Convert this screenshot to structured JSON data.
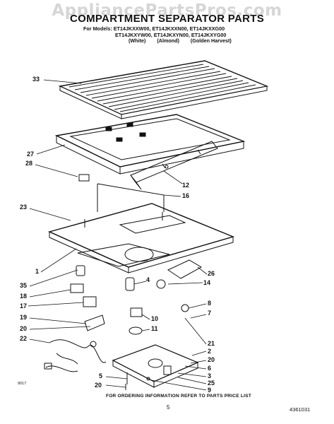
{
  "watermark": "AppliancePartsPros.com",
  "title": "COMPARTMENT SEPARATOR PARTS",
  "models": {
    "line1": "For Models: ET14JKXXW00, ET14JKXXN00, ET14JKXXG00",
    "line2": "ET14JKXYW00, ET14JKXYN00, ET14JKXYG00",
    "color_white": "(White)",
    "color_almond": "(Almond)",
    "color_golden": "(Golden Harvest)"
  },
  "callouts": {
    "c33": "33",
    "c27": "27",
    "c28": "28",
    "c12": "12",
    "c16": "16",
    "c23": "23",
    "c1": "1",
    "c26": "26",
    "c35": "35",
    "c4": "4",
    "c14": "14",
    "c18": "18",
    "c8": "8",
    "c17": "17",
    "c7": "7",
    "c10": "10",
    "c19": "19",
    "c11": "11",
    "c20a": "20",
    "c21": "21",
    "c22": "22",
    "c2": "2",
    "c20b": "20",
    "c6": "6",
    "c3": "3",
    "c5": "5",
    "c25": "25",
    "c20c": "20",
    "c9": "9"
  },
  "footer": {
    "ordering_note": "FOR ORDERING INFORMATION REFER TO PARTS PRICE LIST",
    "page_number": "5",
    "document_number": "4361031",
    "small_code": "9017"
  }
}
